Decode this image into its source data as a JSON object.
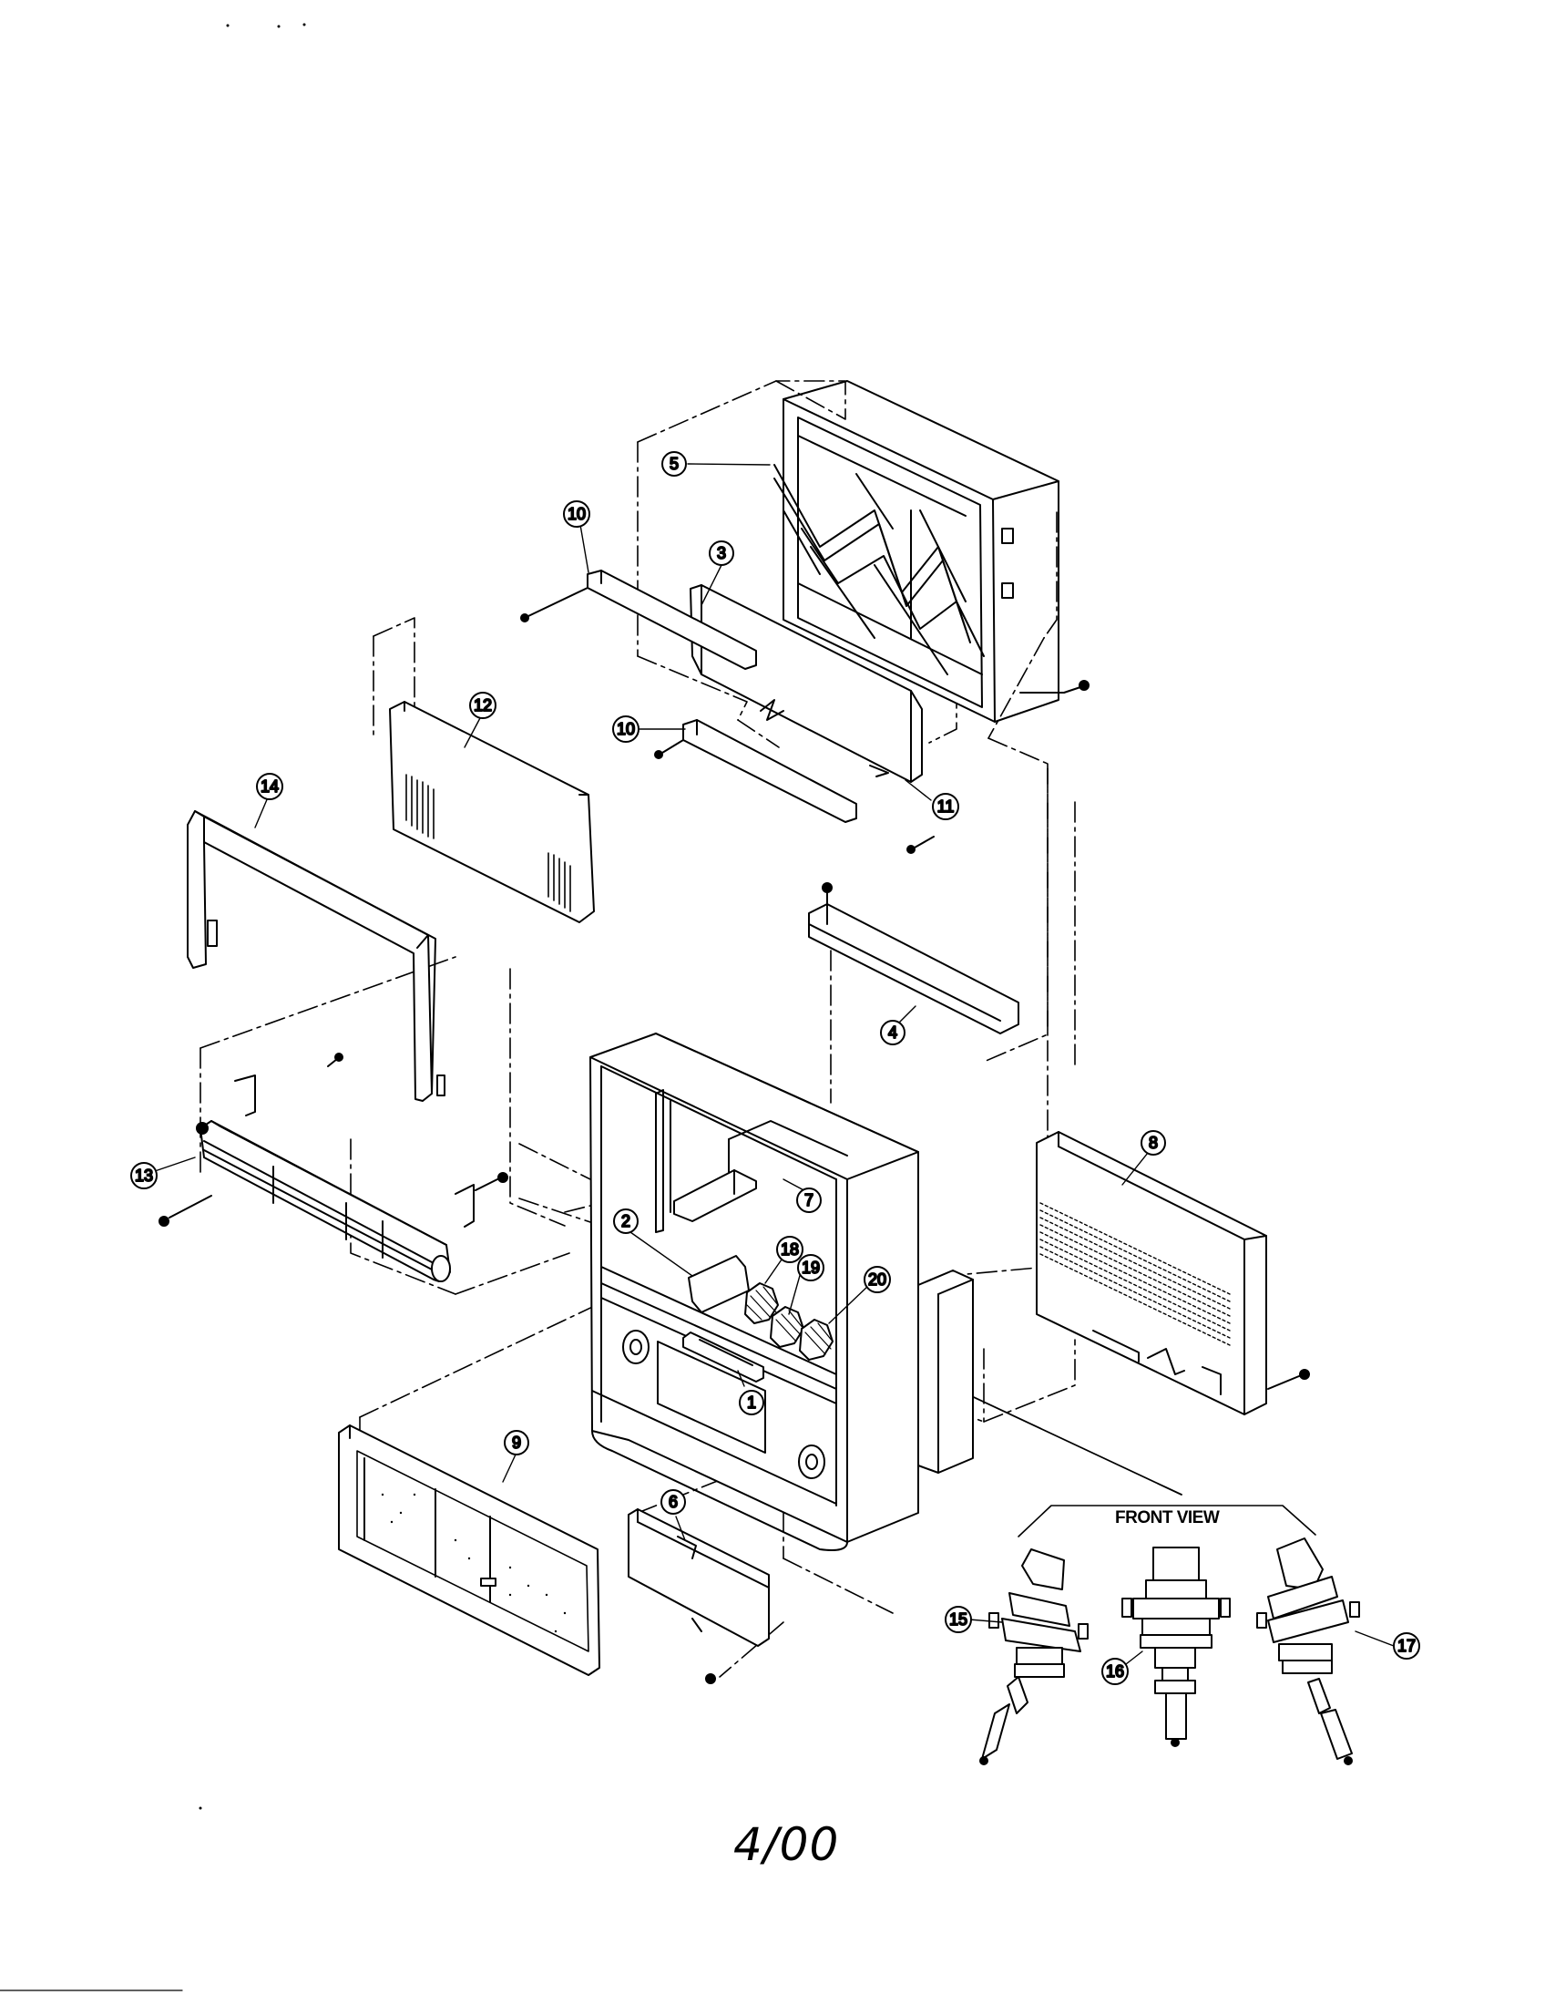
{
  "diagram": {
    "callouts": [
      {
        "id": "c1",
        "label": "1",
        "cx": 0,
        "cy": 0
      },
      {
        "id": "c2",
        "label": "2"
      },
      {
        "id": "c3",
        "label": "3"
      },
      {
        "id": "c4",
        "label": "4"
      },
      {
        "id": "c5",
        "label": "5"
      },
      {
        "id": "c6",
        "label": "6"
      },
      {
        "id": "c7",
        "label": "7"
      },
      {
        "id": "c8",
        "label": "8"
      },
      {
        "id": "c9",
        "label": "9"
      },
      {
        "id": "c10a",
        "label": "10"
      },
      {
        "id": "c10b",
        "label": "10"
      },
      {
        "id": "c11",
        "label": "11"
      },
      {
        "id": "c12",
        "label": "12"
      },
      {
        "id": "c13",
        "label": "13"
      },
      {
        "id": "c14",
        "label": "14"
      },
      {
        "id": "c15",
        "label": "15"
      },
      {
        "id": "c16",
        "label": "16"
      },
      {
        "id": "c17",
        "label": "17"
      },
      {
        "id": "c18",
        "label": "18"
      },
      {
        "id": "c19",
        "label": "19"
      },
      {
        "id": "c20",
        "label": "20"
      }
    ],
    "front_view_label": "FRONT VIEW",
    "date_mark": "4/00"
  }
}
